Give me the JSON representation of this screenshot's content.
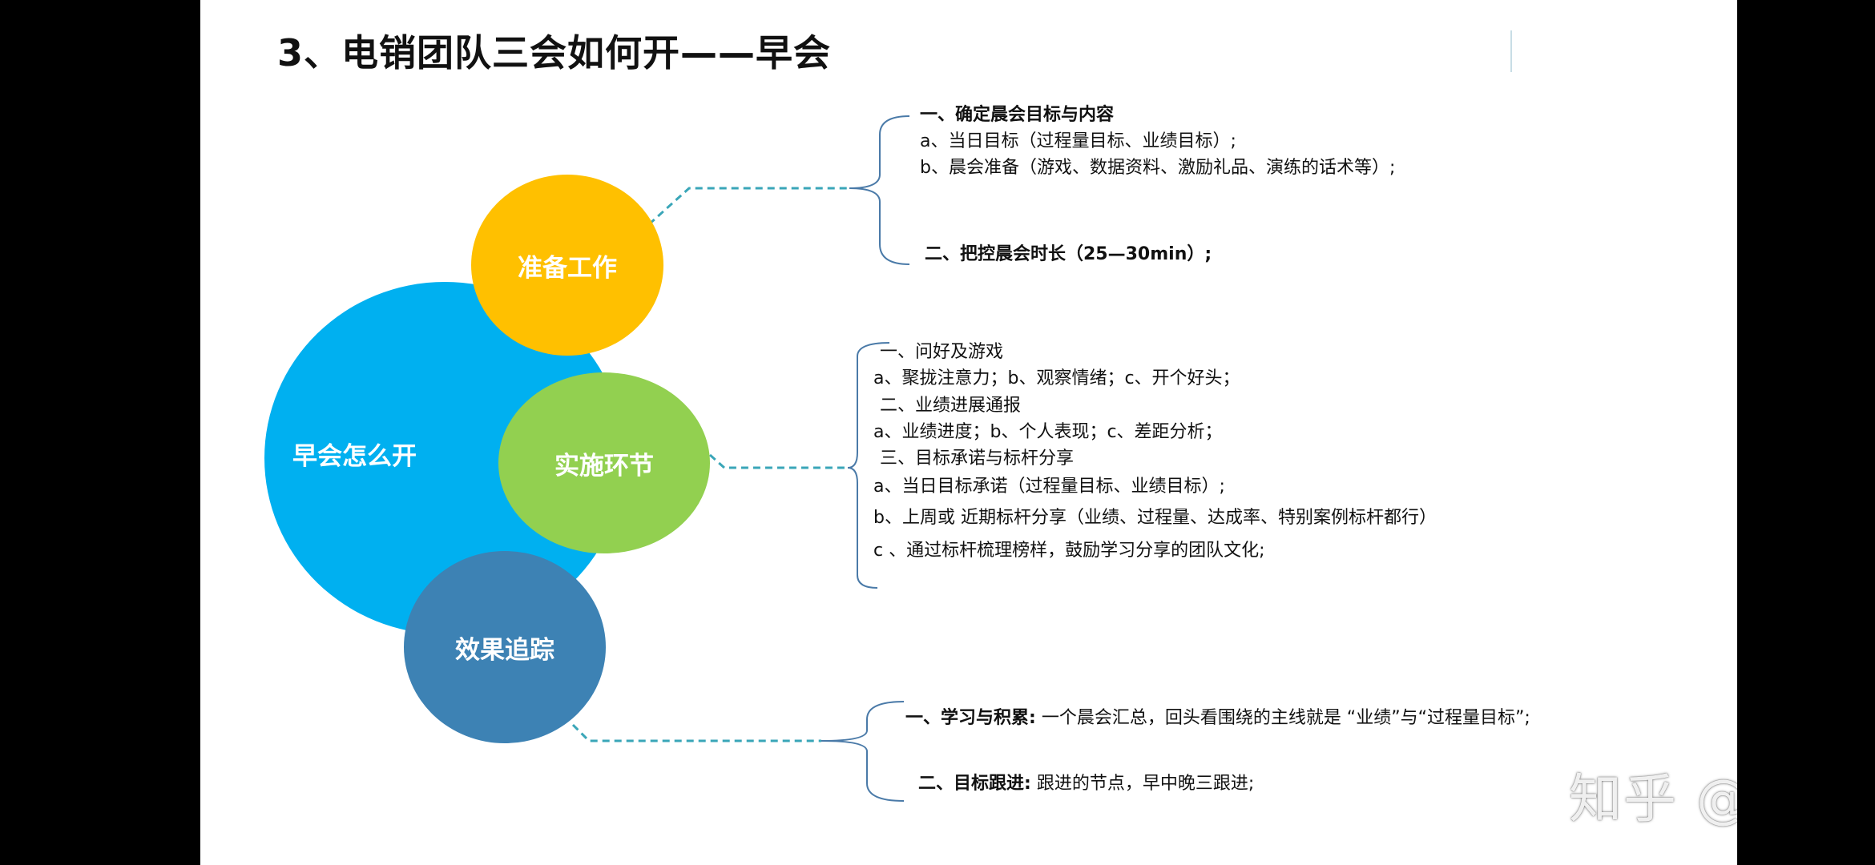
{
  "title": "3、电销团队三会如何开——早会",
  "center": "早会怎么开",
  "branches": {
    "prep": {
      "label": "准备工作",
      "items": [
        "一、确定晨会目标与内容",
        "a、当日目标（过程量目标、业绩目标）;",
        "b、晨会准备（游戏、数据资料、激励礼品、演练的话术等）;",
        "二、把控晨会时长（25—30min）;"
      ]
    },
    "impl": {
      "label": "实施环节",
      "items": [
        "一、问好及游戏",
        "a、聚拢注意力；b、观察情绪；c、开个好头；",
        "二、业绩进展通报",
        "a、业绩进度；b、个人表现；c、差距分析；",
        "三、目标承诺与标杆分享",
        "a、当日目标承诺（过程量目标、业绩目标）;",
        "b、上周或 近期标杆分享（业绩、过程量、达成率、特别案例标杆都行）",
        "c 、通过标杆梳理榜样，鼓励学习分享的团队文化;"
      ]
    },
    "track": {
      "label": "效果追踪",
      "items": [
        {
          "head": "一、学习与积累:",
          "text": "一个晨会汇总，回头看围绕的主线就是 “业绩”与“过程量目标”;"
        },
        {
          "head": "二、目标跟进:",
          "text": "跟进的节点，早中晚三跟进;"
        }
      ]
    }
  },
  "watermark": "知乎 @会计创业帮",
  "colors": {
    "center": "#00b0f0",
    "prep": "#ffc000",
    "impl": "#92d050",
    "track": "#3d82b4",
    "connector": "#3aa6b8",
    "bracket": "#4a7aa8"
  }
}
